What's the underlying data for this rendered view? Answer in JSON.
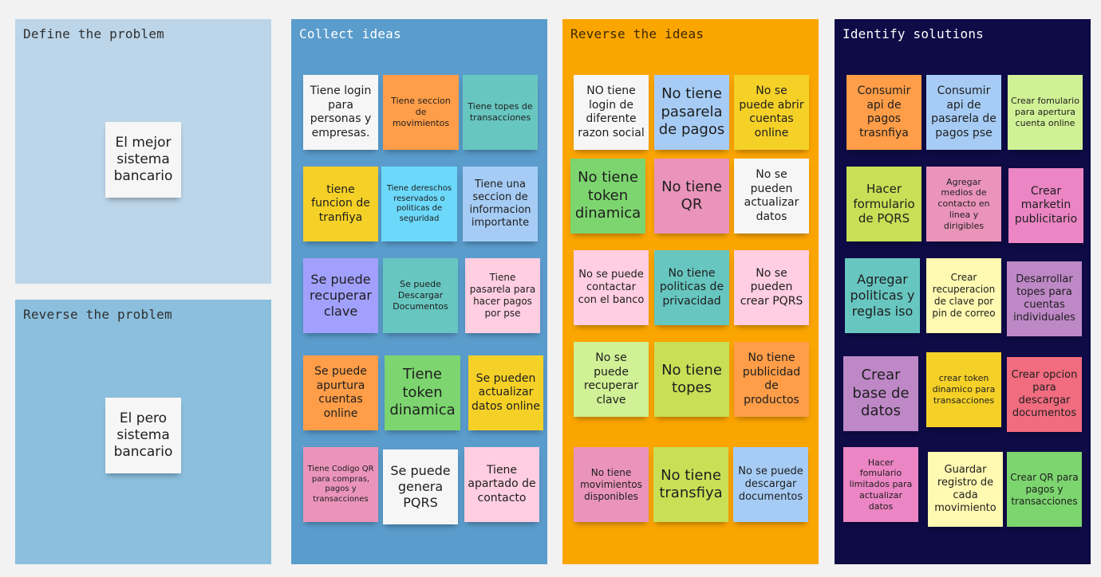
{
  "frames": {
    "define": {
      "title": "Define the problem",
      "bg": "#bcd5e9",
      "color": "#303030"
    },
    "reverse_problem": {
      "title": "Reverse the problem",
      "bg": "#8bbfdd",
      "color": "#303030"
    },
    "collect": {
      "title": "Collect ideas",
      "bg": "#5a9ccc",
      "color": "#ffffff"
    },
    "reverse_ideas": {
      "title": "Reverse the ideas",
      "bg": "#fba500",
      "color": "#3a2a00"
    },
    "identify": {
      "title": "Identify solutions",
      "bg": "#0e0b46",
      "color": "#ffffff"
    }
  },
  "problem": {
    "text": "El mejor sistema bancario"
  },
  "reversed_problem": {
    "text": "El pero sistema bancario"
  },
  "colors": {
    "white": "#f6f6f6",
    "orange": "#ff9d48",
    "teal": "#67c6c0",
    "yellow": "#f5d128",
    "sky": "#6cd8fa",
    "blue": "#a6ccf5",
    "violet": "#a1a0fd",
    "pink": "#ffcee0",
    "red": "#ea94bb",
    "green": "#7dd56f",
    "lime": "#c9df56",
    "lightyellow": "#fff9b1",
    "purple": "#be88c7",
    "magenta": "#eb85c3",
    "lightgreen": "#d0f195",
    "coral": "#f16c7f"
  },
  "collect_notes": [
    {
      "text": "Tiene login para personas y empresas.",
      "color": "white"
    },
    {
      "text": "Tiene seccion de movimientos",
      "color": "orange"
    },
    {
      "text": "Tiene topes de transacciones",
      "color": "teal"
    },
    {
      "text": "tiene funcion de tranfiya",
      "color": "yellow"
    },
    {
      "text": "Tiene dereschos reservados o politicas de seguridad",
      "color": "sky"
    },
    {
      "text": "Tiene una seccion de informacion importante",
      "color": "blue"
    },
    {
      "text": "Se puede recuperar clave",
      "color": "violet"
    },
    {
      "text": "Se puede Descargar Documentos",
      "color": "teal"
    },
    {
      "text": "Tiene pasarela para hacer pagos por pse",
      "color": "pink"
    },
    {
      "text": "Se puede apurtura cuentas online",
      "color": "orange"
    },
    {
      "text": "Tiene token dinamica",
      "color": "green"
    },
    {
      "text": "Se pueden actualizar datos online",
      "color": "yellow"
    },
    {
      "text": "Tiene Codigo QR para compras, pagos y transacciones",
      "color": "red"
    },
    {
      "text": "Se puede genera PQRS",
      "color": "white"
    },
    {
      "text": "Tiene apartado de contacto",
      "color": "pink"
    }
  ],
  "reverse_notes": [
    {
      "text": "NO tiene login de diferente razon social",
      "color": "white"
    },
    {
      "text": "No tiene pasarela de pagos",
      "color": "blue"
    },
    {
      "text": "No se puede abrir cuentas online",
      "color": "yellow"
    },
    {
      "text": "No tiene token dinamica",
      "color": "green"
    },
    {
      "text": "No tiene QR",
      "color": "red"
    },
    {
      "text": "No se pueden actualizar datos",
      "color": "white"
    },
    {
      "text": "No se puede contactar con el banco",
      "color": "pink"
    },
    {
      "text": "No tiene politicas de privacidad",
      "color": "teal"
    },
    {
      "text": "No se pueden crear PQRS",
      "color": "pink"
    },
    {
      "text": "No se puede recuperar clave",
      "color": "lightgreen"
    },
    {
      "text": "No tiene topes",
      "color": "lime"
    },
    {
      "text": "No tiene publicidad de productos",
      "color": "orange"
    },
    {
      "text": "No tiene movimientos disponibles",
      "color": "red"
    },
    {
      "text": "No tiene transfiya",
      "color": "lime"
    },
    {
      "text": "No se puede descargar documentos",
      "color": "blue"
    }
  ],
  "solution_notes": [
    {
      "text": "Consumir api de pagos trasnfiya",
      "color": "orange"
    },
    {
      "text": "Consumir api de pasarela de pagos pse",
      "color": "blue"
    },
    {
      "text": "Crear fomulario para apertura cuenta online",
      "color": "lightgreen"
    },
    {
      "text": "Hacer formulario de PQRS",
      "color": "lime"
    },
    {
      "text": "Agregar medios de contacto en linea y dirigibles",
      "color": "red"
    },
    {
      "text": "Crear marketin publicitario",
      "color": "magenta"
    },
    {
      "text": "Agregar politicas y reglas iso",
      "color": "teal"
    },
    {
      "text": "Crear recuperacion de clave por pin de correo",
      "color": "lightyellow"
    },
    {
      "text": "Desarrollar topes para cuentas individuales",
      "color": "purple"
    },
    {
      "text": "Crear base de datos",
      "color": "purple"
    },
    {
      "text": "crear token dinamico para transacciones",
      "color": "yellow"
    },
    {
      "text": "Crear opcion para descargar documentos",
      "color": "coral"
    },
    {
      "text": "Hacer fomulario limitados para actualizar datos",
      "color": "magenta"
    },
    {
      "text": "Guardar registro de cada movimiento",
      "color": "lightyellow"
    },
    {
      "text": "Crear QR para pagos y transacciones",
      "color": "green"
    }
  ]
}
